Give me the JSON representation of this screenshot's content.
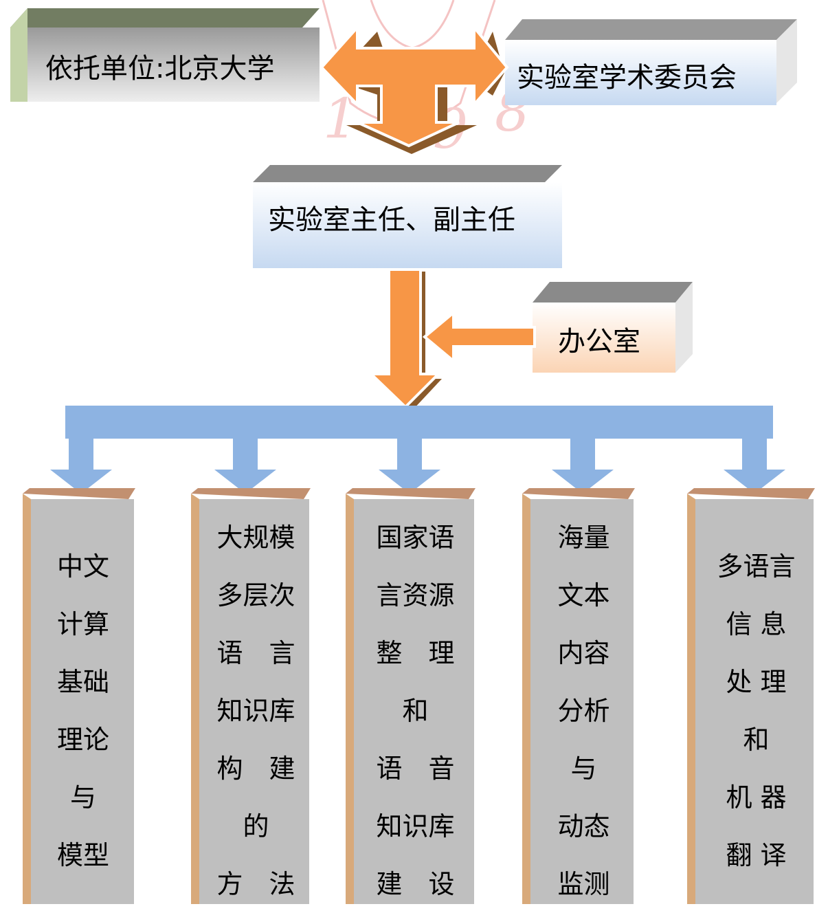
{
  "top": {
    "host_unit": "依托单位:北京大学",
    "committee": "实验室学术委员会"
  },
  "director": "实验室主任、副主任",
  "office": "办公室",
  "columns": [
    {
      "lines": [
        "中文",
        "计算",
        "基础",
        "理论",
        "与",
        "模型"
      ]
    },
    {
      "lines": [
        "大规模",
        "多层次",
        "语　言",
        "知识库",
        "构　建",
        "的",
        "方　法"
      ]
    },
    {
      "lines": [
        "国家语",
        "言资源",
        "整　理",
        "和",
        "语　音",
        "知识库",
        "建　设"
      ]
    },
    {
      "lines": [
        "海量",
        "文本",
        "内容",
        "分析",
        "与",
        "动态",
        "监测"
      ]
    },
    {
      "lines": [
        "多语言",
        "信 息",
        "处 理",
        "和",
        "机 器",
        "翻 译"
      ]
    }
  ],
  "colors": {
    "orange_arrow": "#f79646",
    "blue_bracket": "#8db3e2",
    "pillar_front": "#bfbfbf",
    "pillar_side": "#d8a97a",
    "watermark": "#e06060"
  }
}
